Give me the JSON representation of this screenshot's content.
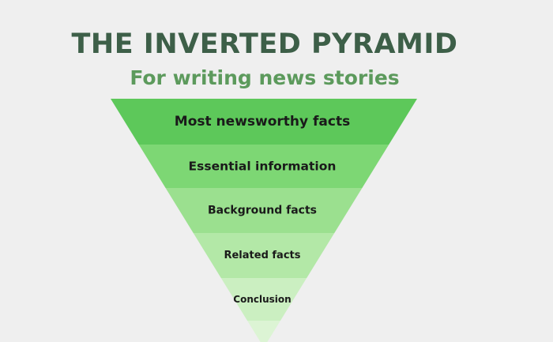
{
  "title": "THE INVERTED PYRAMID",
  "subtitle": "For writing news stories",
  "colors": {
    "background": "#efefef",
    "title": "#3d5f48",
    "subtitle": "#5c9a5c"
  },
  "levels": [
    {
      "label": "Most newsworthy facts",
      "color": "#5dc85a"
    },
    {
      "label": "Essential information",
      "color": "#7dd774"
    },
    {
      "label": "Background facts",
      "color": "#9be08f"
    },
    {
      "label": "Related facts",
      "color": "#b3e8a7"
    },
    {
      "label": "Conclusion",
      "color": "#cbefc1"
    },
    {
      "label": "",
      "color": "#dcf4d4"
    }
  ]
}
